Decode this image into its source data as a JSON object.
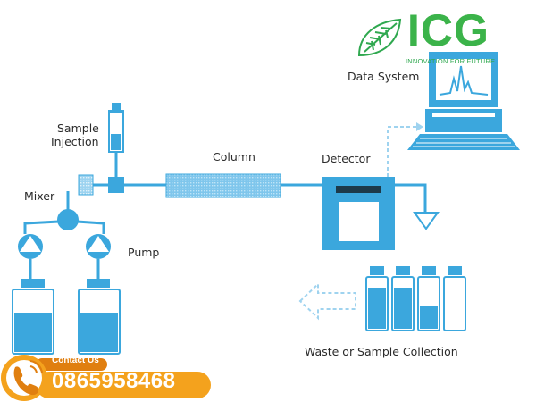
{
  "labels": {
    "data_system": "Data System",
    "sample_injection_line1": "Sample",
    "sample_injection_line2": "Injection",
    "column": "Column",
    "detector": "Detector",
    "mixer": "Mixer",
    "pump": "Pump",
    "waste": "Waste or Sample Collection"
  },
  "logo": {
    "text": "ICG",
    "tagline": "INNOVATION FOR FUTURE",
    "leaf_icon": "leaf-icon"
  },
  "contact": {
    "label": "Contact Us",
    "phone": "0865958468",
    "icon": "phone-icon"
  },
  "colors": {
    "equipment": "#3ba7dd",
    "equipment_light": "#c5e6f6",
    "line": "#3ba7dd",
    "dashed_arrow": "#9fd3ef",
    "logo_green": "#2fa84f",
    "contact_orange": "#f4a21d",
    "contact_dark": "#e07f10"
  }
}
